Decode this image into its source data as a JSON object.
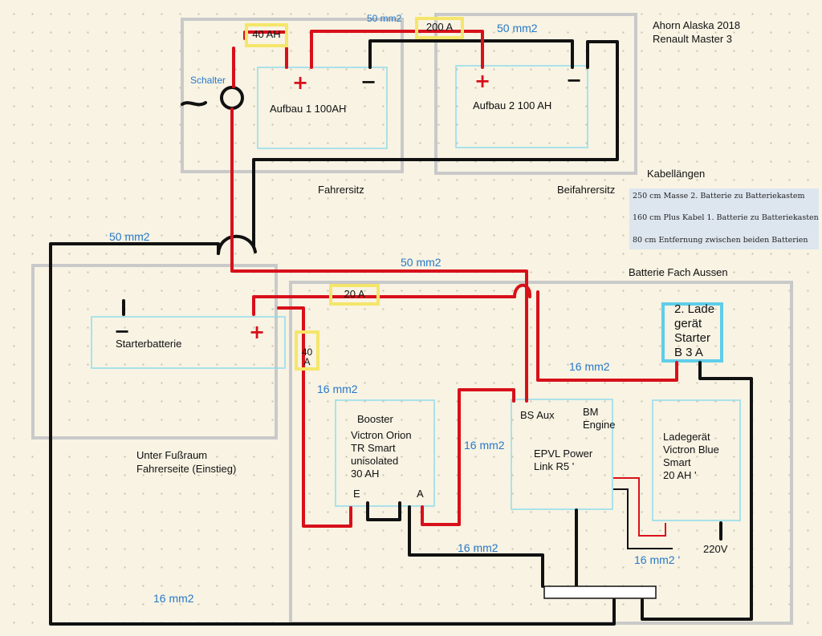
{
  "header": {
    "title_line1": "Ahorn Alaska 2018",
    "title_line2": "Renault Master 3"
  },
  "areas": {
    "driver_seat": "Fahrersitz",
    "passenger_seat": "Beifahrersitz",
    "footwell_line1": "Unter Fußraum",
    "footwell_line2": "Fahrerseite (Einstieg)",
    "battery_compartment": "Batterie Fach Aussen"
  },
  "components": {
    "house_battery_1": "Aufbau 1  100AH",
    "house_battery_2": "Aufbau 2 100 AH",
    "starter_battery": "Starterbatterie",
    "switch": "Schalter",
    "booster_title": "Booster",
    "booster_lines": [
      "Victron Orion",
      "TR Smart",
      "unisolated",
      "30 AH"
    ],
    "booster_in": "E",
    "booster_out": "A",
    "epvl_bs_aux": "BS Aux",
    "epvl_bm_engine_line1": "BM",
    "epvl_bm_engine_line2": "Engine",
    "epvl_name_line1": "EPVL Power",
    "epvl_name_line2": "Link R5 '",
    "charger_lines": [
      "Ladegerät",
      "Victron Blue",
      "Smart",
      "20 AH '"
    ],
    "starter_charger_lines": [
      "2. Lade",
      "gerät",
      "Starter",
      "B 3 A"
    ],
    "mains": "220V"
  },
  "fuses": {
    "fuse_40ah": "40 AH",
    "fuse_200a": "200 A",
    "fuse_20a": "20 A",
    "fuse_40a": "40 A"
  },
  "cables": {
    "top_50": "50 mm2",
    "right_50": "50 mm2",
    "left_50": "50 mm2",
    "mid_50": "50 mm2",
    "sb_16": "16 mm2",
    "booster_in_16": "16 mm2",
    "booster_out_16": "16 mm2",
    "bottom_mid_16": "16 mm2",
    "charger_16": "16 mm2 '",
    "bottom_left_16": "16 mm2"
  },
  "cable_lengths": {
    "title": "Kabellängen",
    "notes": [
      "250 cm Masse 2. Batterie zu Batteriekastem",
      "160 cm Plus Kabel 1. Batterie zu Batteriekasten",
      "80 cm Entfernung zwischen beiden Batterien"
    ]
  },
  "poles": {
    "plus": "+",
    "minus": "−"
  },
  "colors": {
    "background": "#f8f3e3",
    "positive_wire": "#d8101a",
    "negative_wire": "#111111",
    "grey_zone": "#c9c9c9",
    "component_outline": "#8fdcec",
    "fuse_highlight": "#f5e66a",
    "label_blue": "#2779c8"
  }
}
